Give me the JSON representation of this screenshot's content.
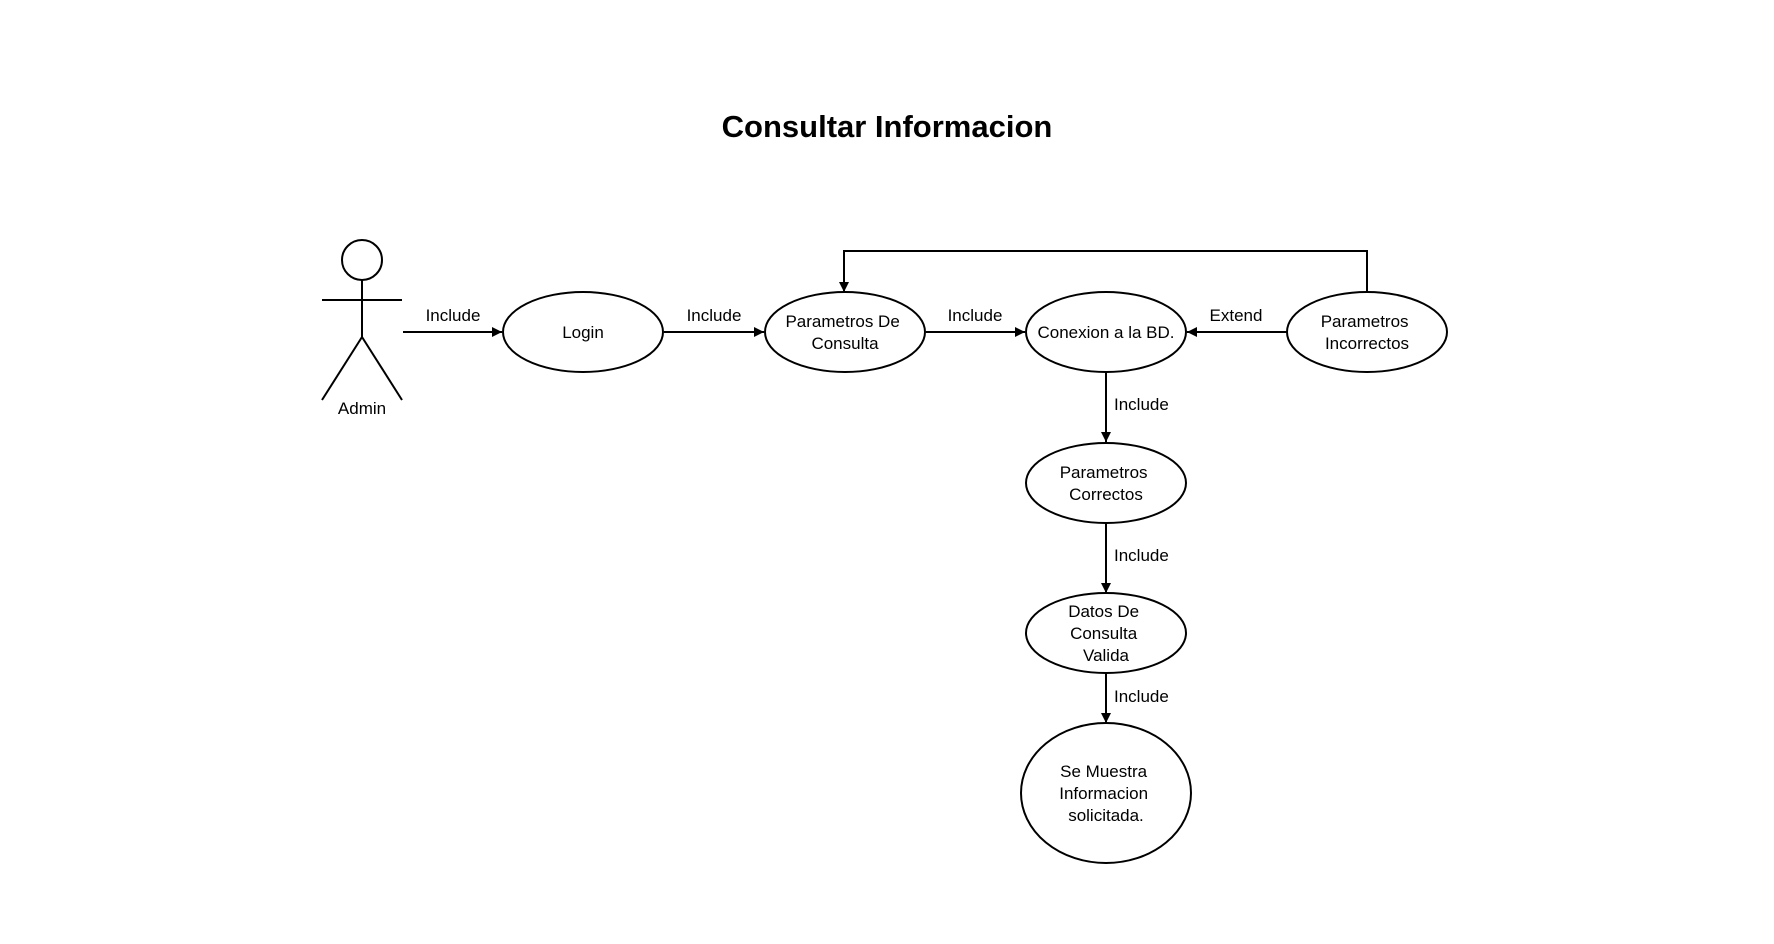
{
  "title": "Consultar Informacion",
  "actor": {
    "label": "Admin"
  },
  "use_cases": {
    "login": {
      "lines": [
        "Login"
      ]
    },
    "parametros_consulta": {
      "lines": [
        "Parametros De",
        "Consulta"
      ]
    },
    "conexion_bd": {
      "lines": [
        "Conexion a la BD."
      ]
    },
    "parametros_incorrectos": {
      "lines": [
        "Parametros",
        "Incorrectos"
      ]
    },
    "parametros_correctos": {
      "lines": [
        "Parametros",
        "Correctos"
      ]
    },
    "datos_consulta": {
      "lines": [
        "Datos De",
        "Consulta",
        "Valida"
      ]
    },
    "muestra_informacion": {
      "lines": [
        "Se Muestra",
        "Informacion",
        "solicitada."
      ]
    }
  },
  "relationships": {
    "admin_login": "Include",
    "login_parametros": "Include",
    "parametros_conexion": "Include",
    "incorrectos_conexion": "Extend",
    "conexion_correctos": "Include",
    "correctos_datos": "Include",
    "datos_muestra": "Include"
  },
  "colors": {
    "stroke": "#000000",
    "background": "#ffffff"
  }
}
